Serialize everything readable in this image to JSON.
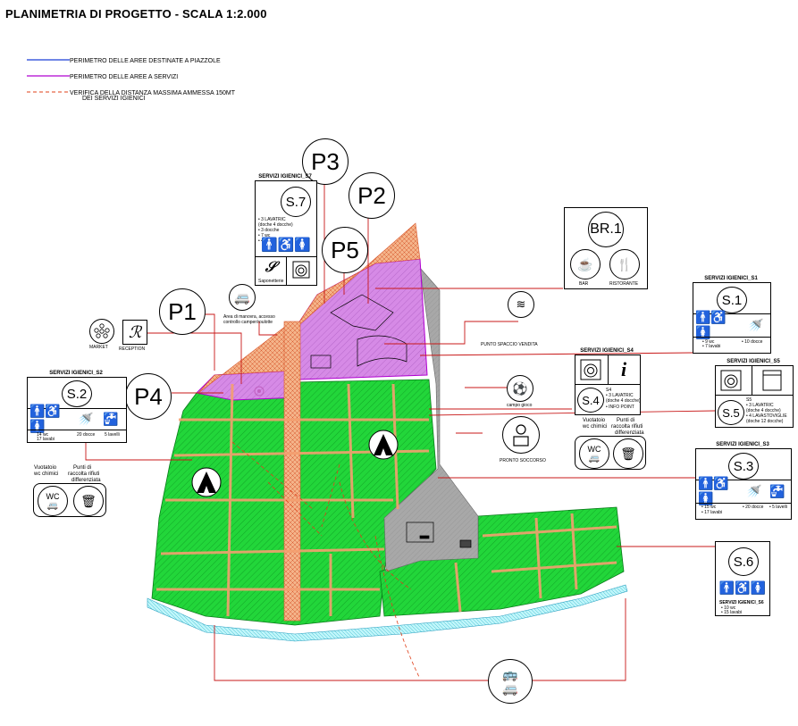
{
  "title": "PLANIMETRIA DI PROGETTO - SCALA 1:2.000",
  "legend": {
    "item1": "PERIMETRO DELLE AREE DESTINATE A PIAZZOLE",
    "item2": "PERIMETRO DELLE AREE A SERVIZI",
    "item3a": "VERIFICA DELLA DISTANZA MASSIMA AMMESSA 150MT",
    "item3b": "DEI SERVIZI IGIENICI",
    "color1": "#1a3fd6",
    "color2": "#b000d0",
    "color3": "#e0401a"
  },
  "colors": {
    "green": "#22d63a",
    "purple": "#d68ae6",
    "orange": "#f4b48a",
    "gray": "#a8a8a8",
    "cyan": "#8ae8f0",
    "red": "#d81c1c"
  },
  "labels": {
    "p1": "P1",
    "p2": "P2",
    "p3": "P3",
    "p4": "P4",
    "p5": "P5",
    "s1": "S.1",
    "s2": "S.2",
    "s3": "S.3",
    "s4": "S.4",
    "s5": "S.5",
    "s6": "S.6",
    "s7": "S.7",
    "br1": "BR.1"
  },
  "s7": {
    "title": "SERVIZI IGIENICI_S7",
    "text1": "• 3 LAVATRIC",
    "text2": "(doche 4 docche)",
    "text3": "• 3 docche",
    "text4": "• 7 wc",
    "text5": "• 4 lavabi",
    "sub": "Saponetterie"
  },
  "s2": {
    "title": "SERVIZI IGIENICI_S2",
    "col1": "14 wc",
    "col1b": "17 lavabi",
    "col2": "20 docce",
    "col3": "5 lavelli"
  },
  "s1": {
    "title": "SERVIZI IGIENICI_S1",
    "col1": "• 9 wc",
    "col1b": "• 7 lavabi",
    "col2": "• 10 docce"
  },
  "s4": {
    "title": "SERVIZI IGIENICI_S4",
    "text1": "S4",
    "text2": "• 3 LAVATRIC",
    "text3": "(doche 4 docche)",
    "text4": "• INFO POINT"
  },
  "s5": {
    "title": "SERVIZI IGIENICI_S5",
    "text1": "S5",
    "text2": "• 3 LAVATRIC",
    "text3": "(doche 4 docche)",
    "text4": "• 4 LAVASTOVIGLIE",
    "text5": "(doche 12 docche)"
  },
  "s3": {
    "title": "SERVIZI IGIENICI_S3",
    "col1": "• 15 wc",
    "col1b": "• 17 lavabi",
    "col2": "• 20 docce",
    "col3": "• 5 lavelli"
  },
  "s6": {
    "title": "SERVIZI IGIENICI_S6",
    "text1": "• 10 wc",
    "text2": "• 15 lavabi"
  },
  "br1": {
    "bar": "BAR",
    "ristorante": "RISTORANTE"
  },
  "market": "MARKET",
  "reception": "RECEPTION",
  "manovra1": "Area di manovra, accesso",
  "manovra2": "controllo camper/roulotte",
  "punto_spaccio": "PUNTO SPACCIO VENDITA",
  "primo_soccorso": "PRONTO SOCCORSO",
  "gioco": "campo gioco",
  "vuotatoio1": "Vuotatoio",
  "vuotatoio2": "wc chimici",
  "punti1": "Punti di",
  "punti2": "raccolta rifiuti",
  "punti3": "differenziata",
  "wc": "WC"
}
